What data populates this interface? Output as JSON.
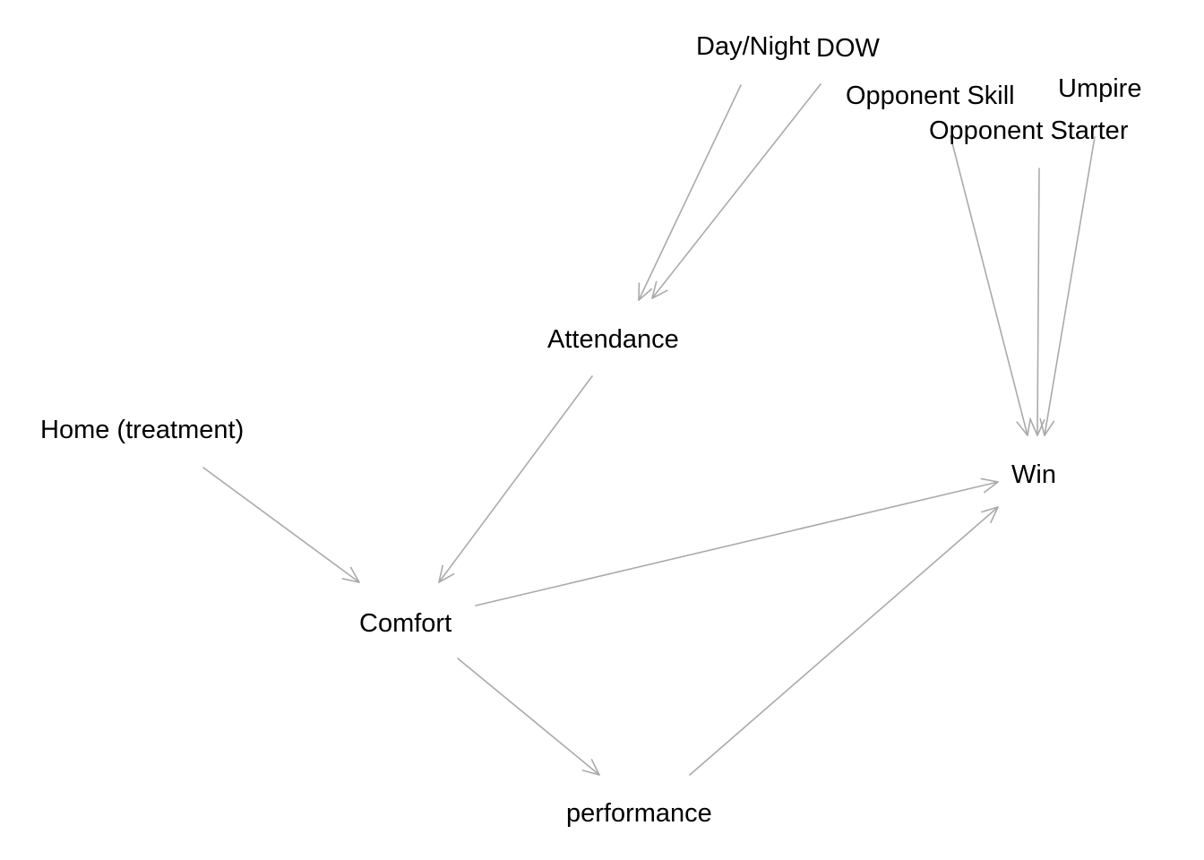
{
  "diagram": {
    "type": "directed-acyclic-graph",
    "edge_color": "#aaaaaa",
    "text_color": "#000000",
    "nodes": [
      {
        "id": "day_night",
        "label": "Day/Night"
      },
      {
        "id": "dow",
        "label": "DOW"
      },
      {
        "id": "opp_skill",
        "label": "Opponent Skill"
      },
      {
        "id": "umpire",
        "label": "Umpire"
      },
      {
        "id": "opp_starter",
        "label": "Opponent Starter"
      },
      {
        "id": "attendance",
        "label": "Attendance"
      },
      {
        "id": "home",
        "label": "Home (treatment)"
      },
      {
        "id": "win",
        "label": "Win"
      },
      {
        "id": "comfort",
        "label": "Comfort"
      },
      {
        "id": "performance",
        "label": "performance"
      }
    ],
    "edges": [
      {
        "from": "day_night",
        "to": "attendance"
      },
      {
        "from": "dow",
        "to": "attendance"
      },
      {
        "from": "opp_skill",
        "to": "win"
      },
      {
        "from": "opp_starter",
        "to": "win"
      },
      {
        "from": "umpire",
        "to": "win"
      },
      {
        "from": "attendance",
        "to": "comfort"
      },
      {
        "from": "home",
        "to": "comfort"
      },
      {
        "from": "comfort",
        "to": "win"
      },
      {
        "from": "comfort",
        "to": "performance"
      },
      {
        "from": "performance",
        "to": "win"
      }
    ]
  }
}
